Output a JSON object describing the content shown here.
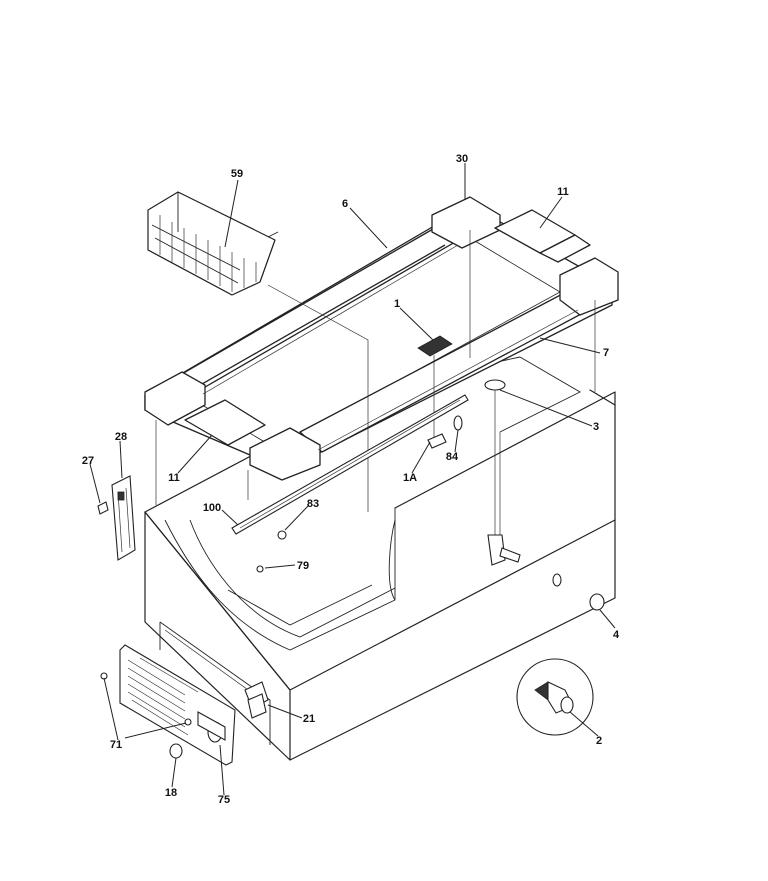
{
  "diagram": {
    "labels": {
      "p30": "30",
      "p59": "59",
      "p6": "6",
      "p11_top": "11",
      "p1": "1",
      "p7": "7",
      "p3": "3",
      "p28": "28",
      "p27": "27",
      "p11_left": "11",
      "p1a": "1A",
      "p84": "84",
      "p100": "100",
      "p83": "83",
      "p79": "79",
      "p4": "4",
      "p21": "21",
      "p2": "2",
      "p71": "71",
      "p18": "18",
      "p75": "75"
    }
  }
}
